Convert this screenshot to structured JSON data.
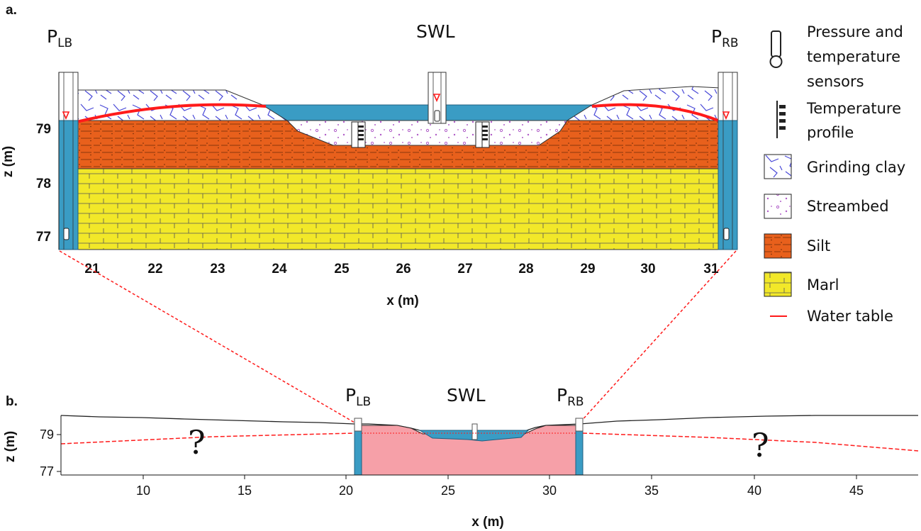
{
  "panel_a": {
    "panel_label": "a.",
    "label_plb_main": "P",
    "label_plb_sub": "LB",
    "label_prb_main": "P",
    "label_prb_sub": "RB",
    "label_swl": "SWL",
    "xlabel": "x (m)",
    "ylabel": "z (m)",
    "x_ticks": [
      "21",
      "22",
      "23",
      "24",
      "25",
      "26",
      "27",
      "28",
      "29",
      "30",
      "31"
    ],
    "y_ticks": [
      "79",
      "78",
      "77"
    ]
  },
  "legend": {
    "items": [
      {
        "lines": [
          "Pressure and",
          "temperature",
          "sensors"
        ]
      },
      {
        "lines": [
          "Temperature",
          "profile"
        ]
      },
      {
        "lines": [
          "Grinding clay"
        ]
      },
      {
        "lines": [
          "Streambed"
        ]
      },
      {
        "lines": [
          "Silt"
        ]
      },
      {
        "lines": [
          "Marl"
        ]
      },
      {
        "lines": [
          "Water table"
        ]
      }
    ]
  },
  "panel_b": {
    "panel_label": "b.",
    "label_plb_main": "P",
    "label_plb_sub": "LB",
    "label_prb_main": "P",
    "label_prb_sub": "RB",
    "label_swl": "SWL",
    "question_mark": "?",
    "xlabel": "x (m)",
    "ylabel": "z (m)",
    "x_ticks": [
      "10",
      "15",
      "20",
      "25",
      "30",
      "35",
      "40",
      "45"
    ],
    "y_ticks": [
      "79",
      "77"
    ]
  },
  "colors": {
    "silt": "#e8601c",
    "marl": "#f2e829",
    "water": "#3a9cc4",
    "water_table": "#ff1a1a",
    "grinding_clay": "#4a4ad8",
    "streambed": "#b05cc8",
    "zone_fill": "#f6a0a8"
  }
}
